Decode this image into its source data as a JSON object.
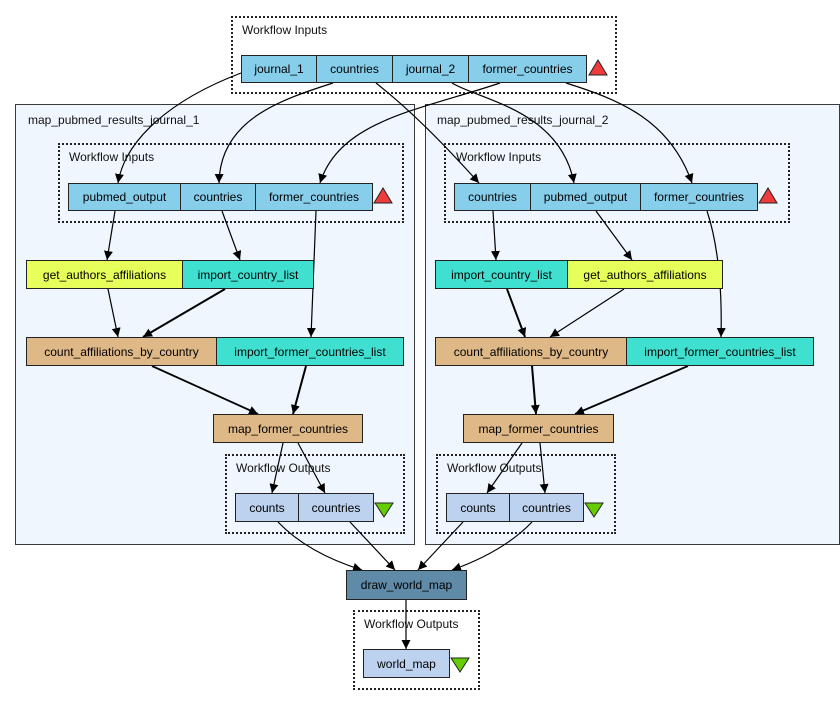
{
  "diagram": {
    "top_inputs": {
      "label": "Workflow Inputs",
      "ports": [
        "journal_1",
        "countries",
        "journal_2",
        "former_countries"
      ],
      "marker_icon": "red-up-triangle"
    },
    "subworkflows": [
      {
        "title": "map_pubmed_results_journal_1",
        "inputs_label": "Workflow Inputs",
        "inputs": [
          "pubmed_output",
          "countries",
          "former_countries"
        ],
        "steps": {
          "get_authors_affiliations": "get_authors_affiliations",
          "import_country_list": "import_country_list",
          "count_affiliations_by_country": "count_affiliations_by_country",
          "import_former_countries_list": "import_former_countries_list",
          "map_former_countries": "map_former_countries"
        },
        "outputs_label": "Workflow Outputs",
        "outputs": [
          "counts",
          "countries"
        ]
      },
      {
        "title": "map_pubmed_results_journal_2",
        "inputs_label": "Workflow Inputs",
        "inputs": [
          "countries",
          "pubmed_output",
          "former_countries"
        ],
        "steps": {
          "get_authors_affiliations": "get_authors_affiliations",
          "import_country_list": "import_country_list",
          "count_affiliations_by_country": "count_affiliations_by_country",
          "import_former_countries_list": "import_former_countries_list",
          "map_former_countries": "map_former_countries"
        },
        "outputs_label": "Workflow Outputs",
        "outputs": [
          "counts",
          "countries"
        ]
      }
    ],
    "final_step": "draw_world_map",
    "final_outputs": {
      "label": "Workflow Outputs",
      "ports": [
        "world_map"
      ],
      "marker_icon": "green-down-triangle"
    },
    "colors": {
      "input_port": "#87ceeb",
      "output_port": "#bcd2ee",
      "beanshell_step": "#e6ff5a",
      "constant_step": "#40e0d0",
      "local_step": "#deb887",
      "rshell_step": "#5f8aa8",
      "subworkflow_bg": "#eff6fe",
      "input_marker": "#ee3b3b",
      "output_marker": "#66cd00"
    }
  }
}
